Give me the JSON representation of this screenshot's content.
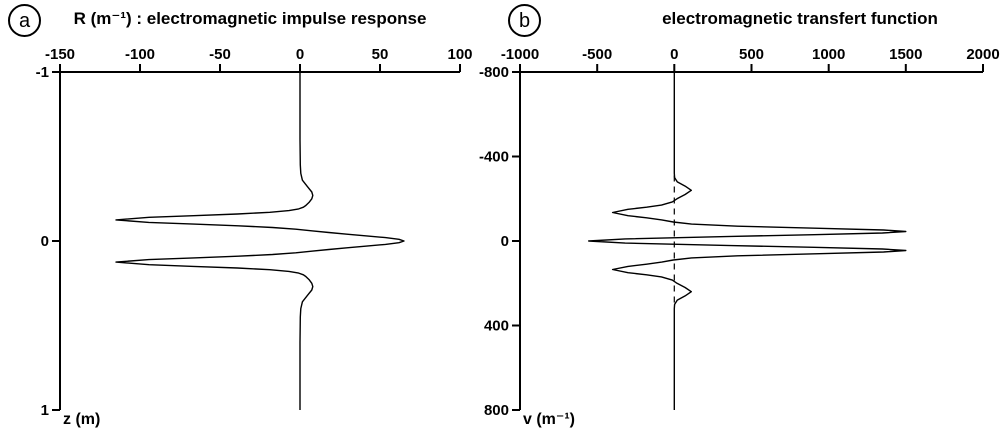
{
  "figure": {
    "background": "#ffffff",
    "ink_color": "#000000"
  },
  "chart_data": [
    {
      "type": "line",
      "badge": "a",
      "title": "R (m⁻¹) :  electromagnetic impulse response",
      "xlabel": "",
      "ylabel": "z (m)",
      "xlim": [
        -150,
        100
      ],
      "ylim": [
        -1,
        1
      ],
      "xticks": [
        -150,
        -100,
        -50,
        0,
        50,
        100
      ],
      "yticks": [
        -1,
        0,
        1
      ],
      "axes": {
        "x_position": "top",
        "y_position": "left",
        "y_increases_downward": true,
        "grid": false
      },
      "series": [
        {
          "name": "electromagnetic impulse response R(z)",
          "point_format": "[R, z]",
          "points": [
            [
              0,
              -1
            ],
            [
              0,
              -0.8
            ],
            [
              0,
              -0.6
            ],
            [
              0.1,
              -0.5
            ],
            [
              0.2,
              -0.45
            ],
            [
              0.5,
              -0.4
            ],
            [
              1.5,
              -0.36
            ],
            [
              4.8,
              -0.32
            ],
            [
              7.4,
              -0.29
            ],
            [
              8,
              -0.27
            ],
            [
              7.4,
              -0.25
            ],
            [
              5.8,
              -0.23
            ],
            [
              3.6,
              -0.21
            ],
            [
              2.1,
              -0.2
            ],
            [
              -0.8,
              -0.19
            ],
            [
              -6.9,
              -0.18
            ],
            [
              -18.9,
              -0.17
            ],
            [
              -39.1,
              -0.16
            ],
            [
              -66.5,
              -0.15
            ],
            [
              -94.3,
              -0.14
            ],
            [
              -115,
              -0.125
            ],
            [
              -94.5,
              -0.11
            ],
            [
              -66.5,
              -0.1
            ],
            [
              -38.7,
              -0.09
            ],
            [
              -17.2,
              -0.08
            ],
            [
              -2.6,
              -0.07
            ],
            [
              8,
              -0.06
            ],
            [
              18,
              -0.05
            ],
            [
              29.3,
              -0.04
            ],
            [
              41.7,
              -0.03
            ],
            [
              53.4,
              -0.02
            ],
            [
              61.9,
              -0.01
            ],
            [
              65,
              0
            ],
            [
              61.9,
              0.01
            ],
            [
              53.4,
              0.02
            ],
            [
              41.7,
              0.03
            ],
            [
              29.3,
              0.04
            ],
            [
              18,
              0.05
            ],
            [
              8,
              0.06
            ],
            [
              -2.6,
              0.07
            ],
            [
              -17.2,
              0.08
            ],
            [
              -38.7,
              0.09
            ],
            [
              -66.5,
              0.1
            ],
            [
              -94.5,
              0.11
            ],
            [
              -115,
              0.125
            ],
            [
              -94.3,
              0.14
            ],
            [
              -66.5,
              0.15
            ],
            [
              -39.1,
              0.16
            ],
            [
              -18.9,
              0.17
            ],
            [
              -6.9,
              0.18
            ],
            [
              -0.8,
              0.19
            ],
            [
              2.1,
              0.2
            ],
            [
              3.6,
              0.21
            ],
            [
              5.8,
              0.23
            ],
            [
              7.4,
              0.25
            ],
            [
              8,
              0.27
            ],
            [
              7.4,
              0.29
            ],
            [
              4.8,
              0.32
            ],
            [
              1.5,
              0.36
            ],
            [
              0.5,
              0.4
            ],
            [
              0.2,
              0.45
            ],
            [
              0.1,
              0.5
            ],
            [
              0,
              0.6
            ],
            [
              0,
              0.8
            ],
            [
              0,
              1
            ]
          ]
        }
      ]
    },
    {
      "type": "line",
      "badge": "b",
      "title": "electromagnetic transfert function",
      "xlabel": "",
      "ylabel": "v (m⁻¹)",
      "xlim": [
        -1000,
        2000
      ],
      "ylim": [
        -800,
        800
      ],
      "xticks": [
        -1000,
        -500,
        0,
        500,
        1000,
        1500,
        2000
      ],
      "yticks": [
        -800,
        -400,
        0,
        400,
        800
      ],
      "axes": {
        "x_position": "top",
        "y_position": "left",
        "y_increases_downward": true,
        "grid": false
      },
      "zero_dash_range": [
        -310,
        310
      ],
      "series": [
        {
          "name": "electromagnetic transfer function",
          "point_format": "[value, v]",
          "points": [
            [
              0,
              -800
            ],
            [
              0,
              -600
            ],
            [
              0,
              -500
            ],
            [
              0,
              -400
            ],
            [
              0,
              -350
            ],
            [
              0,
              -320
            ],
            [
              2,
              -300
            ],
            [
              19,
              -280
            ],
            [
              70,
              -260
            ],
            [
              110,
              -240
            ],
            [
              70,
              -220
            ],
            [
              17,
              -200
            ],
            [
              -13,
              -185
            ],
            [
              -83,
              -170
            ],
            [
              -180,
              -160
            ],
            [
              -300,
              -150
            ],
            [
              -400,
              -135
            ],
            [
              -300,
              -120
            ],
            [
              -180,
              -110
            ],
            [
              -81,
              -100
            ],
            [
              -7,
              -90
            ],
            [
              111,
              -80
            ],
            [
              410,
              -70
            ],
            [
              942,
              -60
            ],
            [
              1356,
              -52
            ],
            [
              1500,
              -45
            ],
            [
              1349,
              -38
            ],
            [
              905,
              -30
            ],
            [
              368,
              -22
            ],
            [
              -319,
              -10
            ],
            [
              -555,
              0
            ],
            [
              -319,
              10
            ],
            [
              368,
              22
            ],
            [
              905,
              30
            ],
            [
              1349,
              38
            ],
            [
              1500,
              45
            ],
            [
              1356,
              52
            ],
            [
              942,
              60
            ],
            [
              410,
              70
            ],
            [
              111,
              80
            ],
            [
              -7,
              90
            ],
            [
              -81,
              100
            ],
            [
              -180,
              110
            ],
            [
              -300,
              120
            ],
            [
              -400,
              135
            ],
            [
              -300,
              150
            ],
            [
              -180,
              160
            ],
            [
              -83,
              170
            ],
            [
              -13,
              185
            ],
            [
              17,
              200
            ],
            [
              70,
              220
            ],
            [
              110,
              240
            ],
            [
              70,
              260
            ],
            [
              19,
              280
            ],
            [
              2,
              300
            ],
            [
              0,
              320
            ],
            [
              0,
              350
            ],
            [
              0,
              400
            ],
            [
              0,
              500
            ],
            [
              0,
              600
            ],
            [
              0,
              800
            ]
          ]
        }
      ]
    }
  ]
}
